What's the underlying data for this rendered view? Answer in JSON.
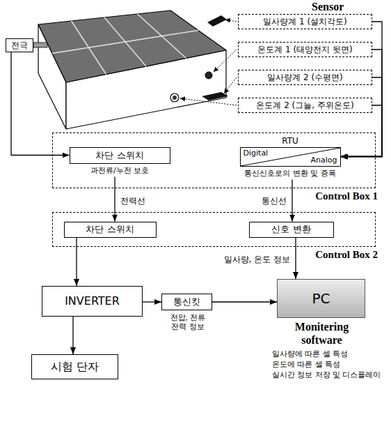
{
  "diagram": {
    "nodes": [
      {
        "text": [
          "전극"
        ]
      },
      {
        "text": [
          "일사량계 1 (설치각도)"
        ]
      },
      {
        "text": [
          "온도계 1 (태양전지 뒷면)"
        ]
      },
      {
        "text": [
          "일사량계 2 (수평면)"
        ]
      },
      {
        "text": [
          "온도계 2 (그늘, 주위온도)"
        ]
      },
      {
        "text": [
          "Control Box 1"
        ]
      },
      {
        "text": [
          "차단 스위치",
          "과전류/누전 보호"
        ],
        "in": 5
      },
      {
        "text": [
          "RTU",
          "Digital",
          "Analog",
          "통신신호로의 변환 및 증폭"
        ],
        "in": 5
      },
      {
        "text": [
          "Control Box 2"
        ]
      },
      {
        "text": [
          "차단 스위치"
        ],
        "in": 8
      },
      {
        "text": [
          "신호 변환"
        ],
        "in": 8
      },
      {
        "text": [
          "INVERTER"
        ]
      },
      {
        "text": [
          "통신킷",
          "전압, 전류 전력 정보"
        ]
      },
      {
        "text": [
          "PC",
          "Monitering software",
          "일사량에 따른 셀 특성",
          "온도에 따른 셀 특성",
          "실시간 정보 저장 및 디스플레이"
        ]
      },
      {
        "text": [
          "시험 단자"
        ]
      }
    ],
    "edges": [
      {
        "from": 0,
        "to": 6,
        "arrow": "to"
      },
      {
        "from": 1,
        "to": 7,
        "arrow": "to"
      },
      {
        "from": 2,
        "to": 7,
        "arrow": "to"
      },
      {
        "from": 3,
        "to": 7,
        "arrow": "to"
      },
      {
        "from": 4,
        "to": 7,
        "arrow": "to"
      },
      {
        "from": 6,
        "to": 9,
        "label": "전력선",
        "arrow": "to"
      },
      {
        "from": 7,
        "to": 10,
        "label": "통신선",
        "arrow": "to"
      },
      {
        "from": 9,
        "to": 11,
        "arrow": "to"
      },
      {
        "from": 10,
        "to": 13,
        "label": "일사량, 온도 정보",
        "arrow": "to"
      },
      {
        "from": 11,
        "to": 12,
        "arrow": "to"
      },
      {
        "from": 12,
        "to": 13,
        "arrow": "to"
      },
      {
        "from": 11,
        "to": 14,
        "arrow": "to"
      }
    ],
    "labels": [
      "Sensor"
    ]
  }
}
